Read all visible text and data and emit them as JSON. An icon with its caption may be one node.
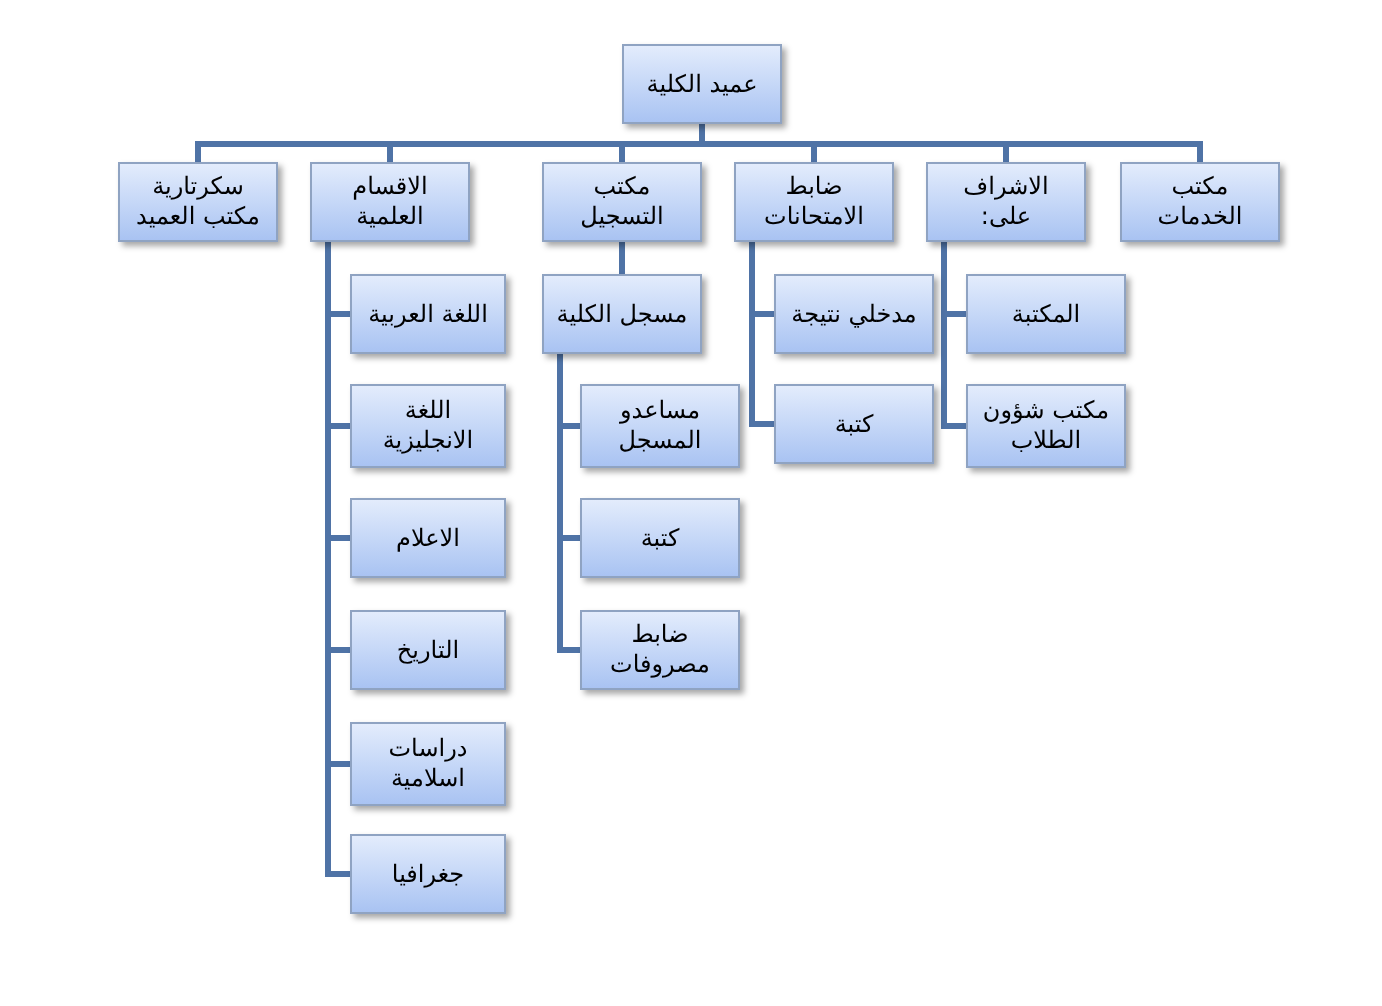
{
  "diagram": {
    "nodes": [
      {
        "text": [
          "عميد الكلية"
        ]
      },
      {
        "text": [
          "سكرتارية مكتب العميد"
        ]
      },
      {
        "text": [
          "الاقسام العلمية"
        ]
      },
      {
        "text": [
          "مكتب التسجيل"
        ]
      },
      {
        "text": [
          "ضابط الامتحانات"
        ]
      },
      {
        "text": [
          "الاشراف على:"
        ]
      },
      {
        "text": [
          "مكتب الخدمات"
        ]
      },
      {
        "text": [
          "اللغة العربية"
        ]
      },
      {
        "text": [
          "اللغة الانجليزية"
        ]
      },
      {
        "text": [
          "الاعلام"
        ]
      },
      {
        "text": [
          "التاريخ"
        ]
      },
      {
        "text": [
          "دراسات اسلامية"
        ]
      },
      {
        "text": [
          "جغرافيا"
        ]
      },
      {
        "text": [
          "مسجل الكلية"
        ]
      },
      {
        "text": [
          "مساعدو المسجل"
        ]
      },
      {
        "text": [
          "كتبة"
        ]
      },
      {
        "text": [
          "ضابط مصروفات"
        ]
      },
      {
        "text": [
          "مدخلي نتيجة"
        ]
      },
      {
        "text": [
          "كتبة"
        ]
      },
      {
        "text": [
          "المكتبة"
        ]
      },
      {
        "text": [
          "مكتب شؤون الطلاب"
        ]
      }
    ],
    "edges": [
      {
        "from": 0,
        "to": 1,
        "arrow": "none"
      },
      {
        "from": 0,
        "to": 2,
        "arrow": "none"
      },
      {
        "from": 0,
        "to": 3,
        "arrow": "none"
      },
      {
        "from": 0,
        "to": 4,
        "arrow": "none"
      },
      {
        "from": 0,
        "to": 5,
        "arrow": "none"
      },
      {
        "from": 0,
        "to": 6,
        "arrow": "none"
      },
      {
        "from": 2,
        "to": 7,
        "arrow": "none"
      },
      {
        "from": 2,
        "to": 8,
        "arrow": "none"
      },
      {
        "from": 2,
        "to": 9,
        "arrow": "none"
      },
      {
        "from": 2,
        "to": 10,
        "arrow": "none"
      },
      {
        "from": 2,
        "to": 11,
        "arrow": "none"
      },
      {
        "from": 2,
        "to": 12,
        "arrow": "none"
      },
      {
        "from": 3,
        "to": 13,
        "arrow": "none"
      },
      {
        "from": 13,
        "to": 14,
        "arrow": "none"
      },
      {
        "from": 13,
        "to": 15,
        "arrow": "none"
      },
      {
        "from": 13,
        "to": 16,
        "arrow": "none"
      },
      {
        "from": 4,
        "to": 17,
        "arrow": "none"
      },
      {
        "from": 4,
        "to": 18,
        "arrow": "none"
      },
      {
        "from": 5,
        "to": 19,
        "arrow": "none"
      },
      {
        "from": 5,
        "to": 20,
        "arrow": "none"
      }
    ]
  }
}
